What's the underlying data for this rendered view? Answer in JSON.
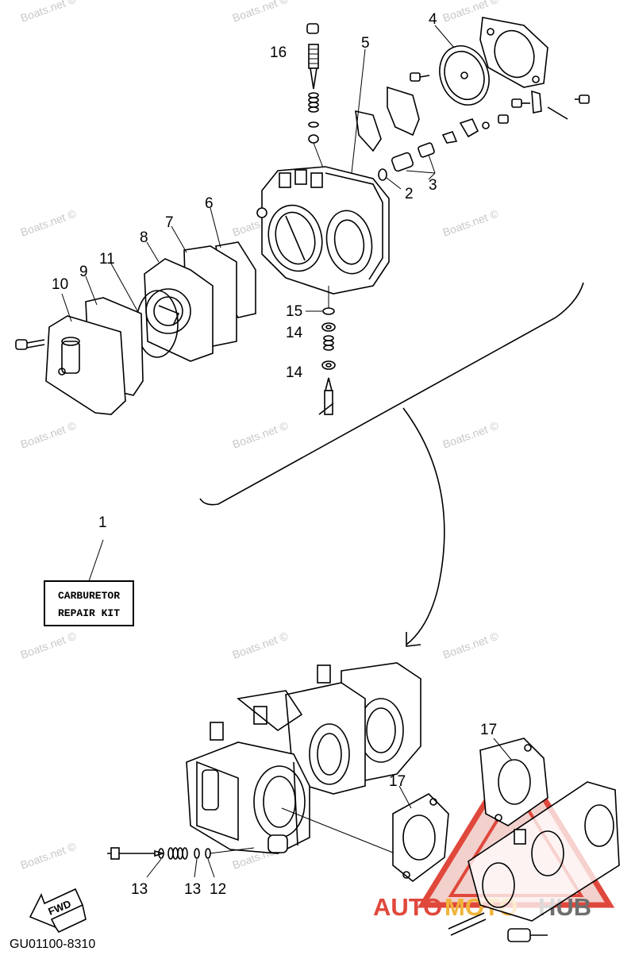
{
  "watermark": "Boats.net ©",
  "callouts": {
    "c1": "1",
    "c2": "2",
    "c3": "3",
    "c4": "4",
    "c5": "5",
    "c6": "6",
    "c7": "7",
    "c8": "8",
    "c9": "9",
    "c10": "10",
    "c11": "11",
    "c12": "12",
    "c13a": "13",
    "c13b": "13",
    "c14a": "14",
    "c14b": "14",
    "c15": "15",
    "c16": "16",
    "c17a": "17",
    "c17b": "17"
  },
  "repair_kit": {
    "line1": "CARBURETOR",
    "line2": "REPAIR KIT"
  },
  "fwd_label": "FWD",
  "diagram_code": "GU01100-8310",
  "brand": {
    "part1": "AUTO",
    "part2": "MOTO",
    "part3": "HUB",
    "color_red": "#e0483c",
    "color_yellow": "#f0b43c",
    "color_gray": "#6e6e6e"
  }
}
